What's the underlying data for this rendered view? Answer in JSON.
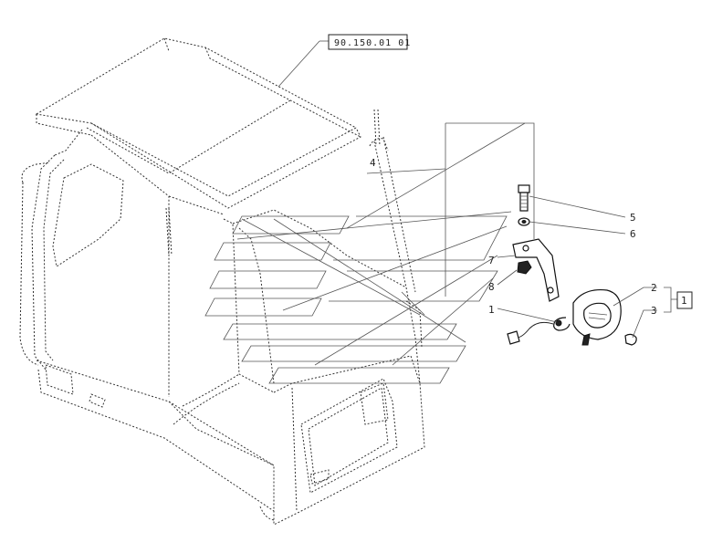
{
  "reference_label": "90.150.01 01",
  "box_label": "1",
  "callouts": [
    {
      "id": "1",
      "text": "1"
    },
    {
      "id": "2",
      "text": "2"
    },
    {
      "id": "3",
      "text": "3"
    },
    {
      "id": "4",
      "text": "4"
    },
    {
      "id": "5",
      "text": "5"
    },
    {
      "id": "6",
      "text": "6"
    },
    {
      "id": "7",
      "text": "7"
    },
    {
      "id": "8",
      "text": "8"
    }
  ]
}
